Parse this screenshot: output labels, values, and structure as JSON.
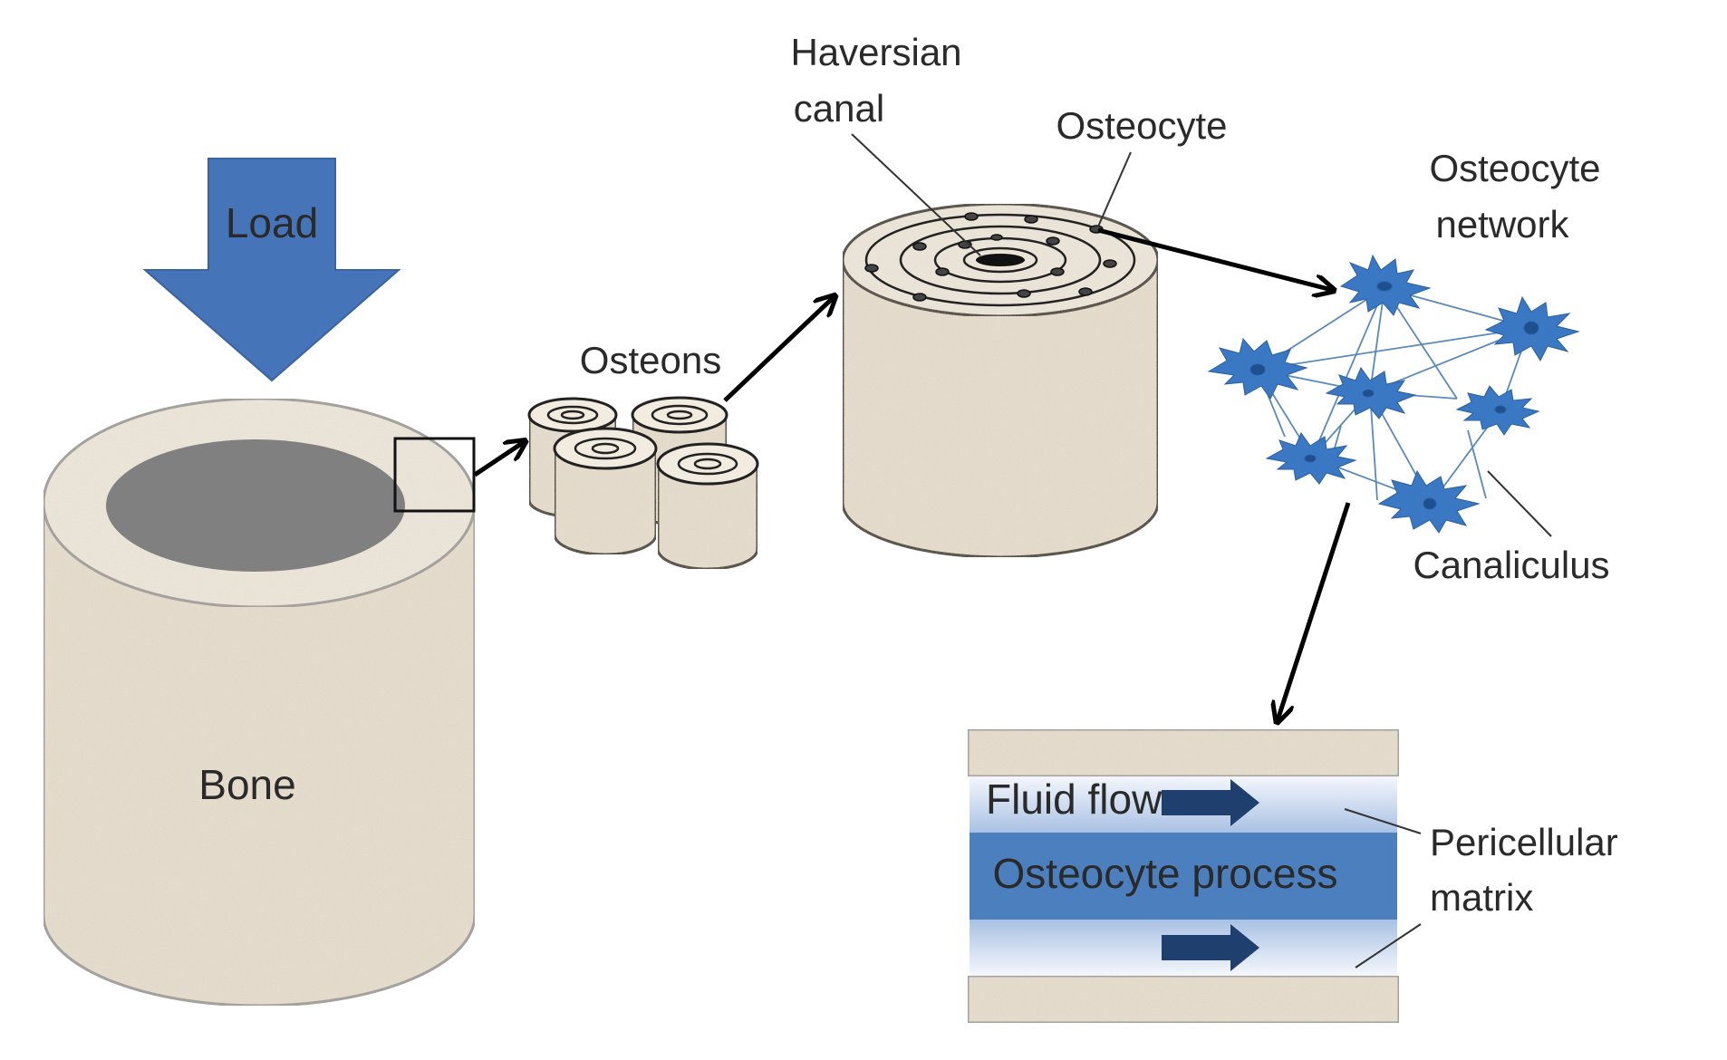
{
  "labels": {
    "load": "Load",
    "bone": "Bone",
    "osteons": "Osteons",
    "haversian_canal": [
      "Haversian",
      "canal"
    ],
    "osteocyte": "Osteocyte",
    "osteocyte_network": [
      "Osteocyte",
      "network"
    ],
    "canaliculus": "Canaliculus",
    "fluid_flow": "Fluid flow",
    "osteocyte_process": "Osteocyte process",
    "pericellular_matrix": [
      "Pericellular",
      "matrix"
    ]
  },
  "colors": {
    "bone_fill": "#e9e1d2",
    "bone_top": "#f1ebe0",
    "bone_outline": "#9c9c9c",
    "marrow": "#808080",
    "load_arrow": "#4674b9",
    "cell": "#3a78c3",
    "cell_nucleus": "#1e4f8e",
    "network_line": "#5a8ab8",
    "process": "#4b7fbe",
    "fluid_gradient_light": "#f4f7fc",
    "fluid_gradient_dark": "#a9c1e4",
    "flow_arrow": "#1f3f6e"
  },
  "icons": [
    "load-arrow-icon",
    "flow-arrow-icon"
  ]
}
